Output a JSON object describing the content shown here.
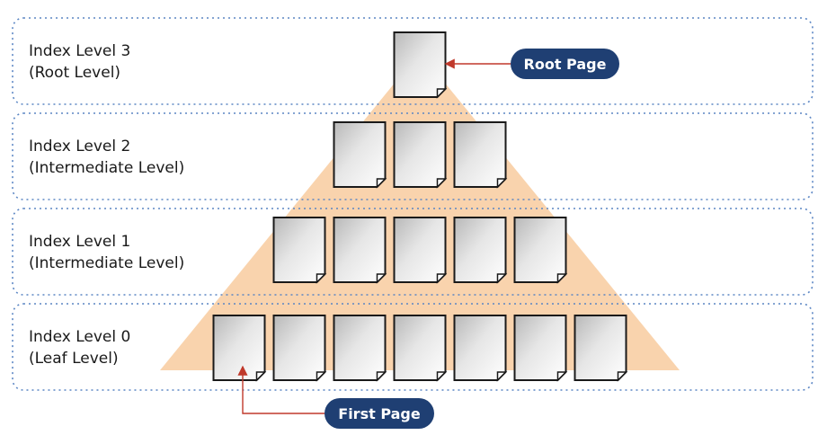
{
  "levels": [
    {
      "line1": "Index Level 3",
      "line2": "(Root Level)",
      "pages": 1
    },
    {
      "line1": "Index Level 2",
      "line2": "(Intermediate Level)",
      "pages": 3
    },
    {
      "line1": "Index Level 1",
      "line2": "(Intermediate Level)",
      "pages": 5
    },
    {
      "line1": "Index Level 0",
      "line2": "(Leaf Level)",
      "pages": 7
    }
  ],
  "callouts": {
    "root_page": "Root Page",
    "first_page": "First Page"
  },
  "colors": {
    "band_border": "#5b86c4",
    "pyramid": "#f9d3ad",
    "pill": "#1f3f73",
    "arrow": "#c0392b",
    "page_border": "#1a1a1a"
  }
}
